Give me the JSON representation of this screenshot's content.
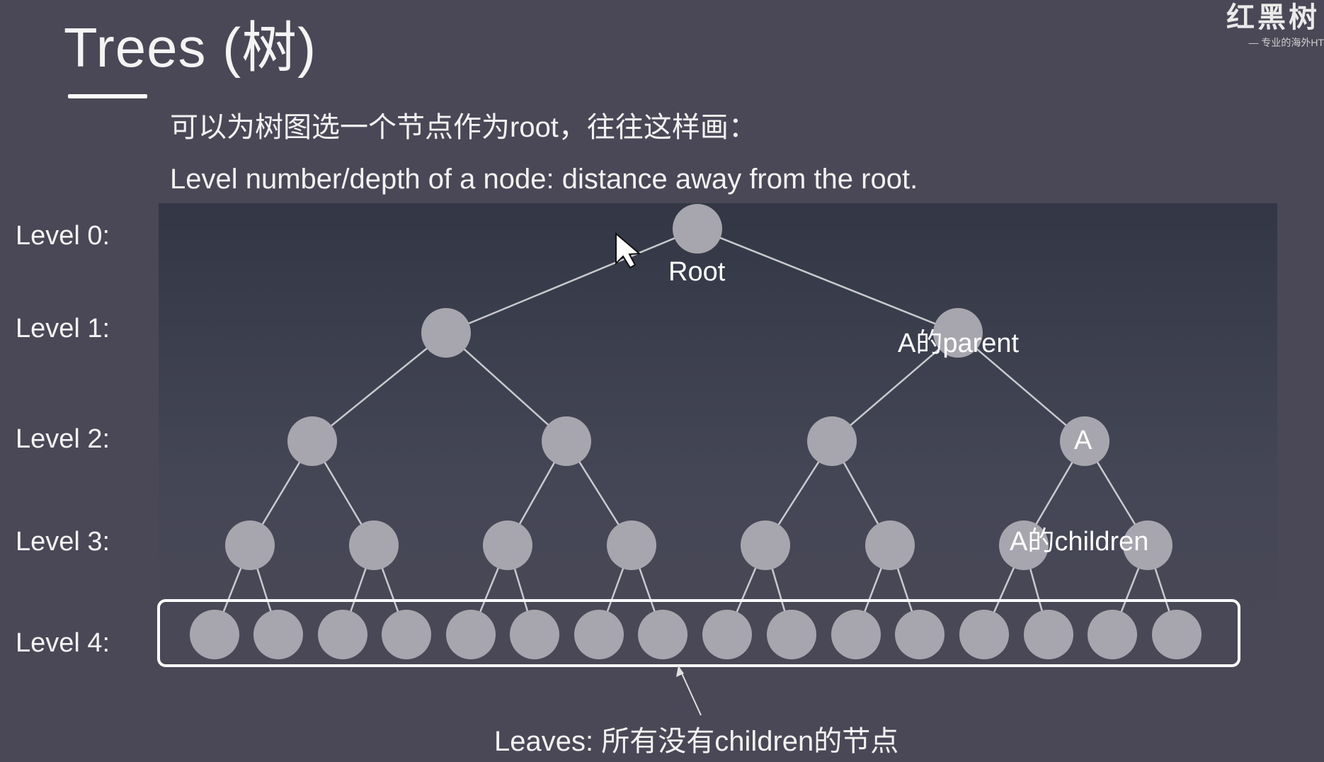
{
  "slide": {
    "title": "Trees (树)",
    "intro": "可以为树图选一个节点作为root，往往这样画：",
    "definition": "Level number/depth of a node: distance away from the root."
  },
  "brand": {
    "name": "红黑树",
    "tagline": "— 专业的海外HT"
  },
  "levels": [
    "Level 0:",
    "Level 1:",
    "Level 2:",
    "Level 3:",
    "Level 4:"
  ],
  "tree": {
    "branching": 2,
    "depth": 4,
    "labels": {
      "root": "Root",
      "a_parent": "A的parent",
      "a": "A",
      "a_children": "A的children",
      "leaves": "Leaves: 所有没有children的节点"
    }
  },
  "colors": {
    "background": "#4a4856",
    "panel": "#3a3d4c",
    "node": "#a7a6ae",
    "edge": "#c9c9cf",
    "highlight_box": "#ffffff"
  }
}
